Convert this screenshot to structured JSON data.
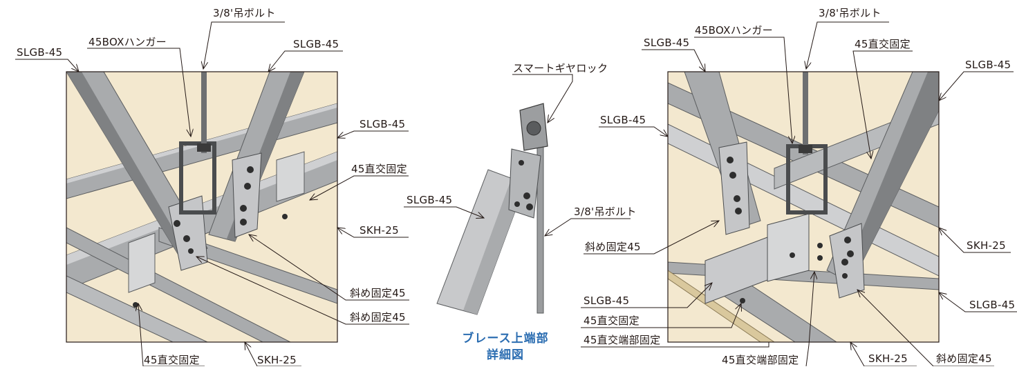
{
  "left_view": {
    "labels": {
      "bolt": "3/8'吊ボルト",
      "hanger": "45BOXハンガー",
      "slgb_top_left": "SLGB-45",
      "slgb_top_right": "SLGB-45",
      "slgb_right": "SLGB-45",
      "cross_fix": "45直交固定",
      "skh_right": "SKH-25",
      "diag_fix_1": "斜め固定45",
      "diag_fix_2": "斜め固定45",
      "cross_fix_bottom": "45直交固定",
      "skh_bottom": "SKH-25"
    }
  },
  "center_view": {
    "labels": {
      "smart_lock": "スマートギヤロック",
      "slgb": "SLGB-45",
      "bolt": "3/8'吊ボルト"
    },
    "title_line1": "ブレース上端部",
    "title_line2": "詳細図",
    "title_color": "#2b6db1"
  },
  "right_view": {
    "labels": {
      "bolt": "3/8'吊ボルト",
      "hanger": "45BOXハンガー",
      "slgb_top_left": "SLGB-45",
      "cross_fix_top": "45直交固定",
      "slgb_top_right": "SLGB-45",
      "slgb_left": "SLGB-45",
      "diag_fix_left": "斜め固定45",
      "skh_right": "SKH-25",
      "slgb_right": "SLGB-45",
      "slgb_bottom_left": "SLGB-45",
      "cross_fix_bottom": "45直交固定",
      "cross_end_fix_left": "45直交端部固定",
      "cross_end_fix_bottom": "45直交端部固定",
      "skh_bottom": "SKH-25",
      "diag_fix_bottom": "斜め固定45"
    }
  },
  "colors": {
    "ceiling": "#f3e8cf",
    "steel": "#a9abad",
    "steel_dark": "#77797b",
    "steel_light": "#cfd0d2",
    "frame": "#231815",
    "bolt": "#3a3a3a"
  }
}
